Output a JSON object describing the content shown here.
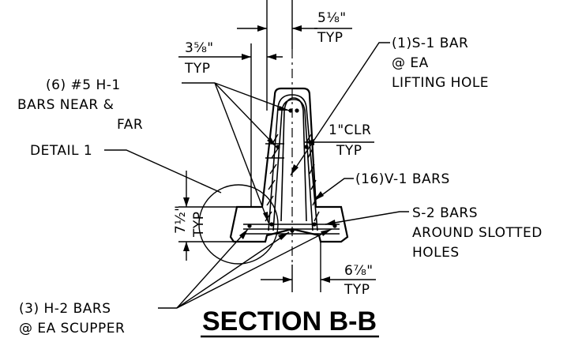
{
  "title": "SECTION B-B",
  "labels": {
    "dim_5_1_8": "5⅛\"",
    "dim_5_1_8_typ": "TYP",
    "dim_3_5_8": "3⅝\"",
    "dim_3_5_8_typ": "TYP",
    "s1_line1": "(1)S-1 BAR",
    "s1_line2": "@ EA",
    "s1_line3": "LIFTING HOLE",
    "h1_line1": "(6) #5 H-1",
    "h1_line2": "BARS NEAR &",
    "h1_line3": "FAR",
    "clr": "1\"CLR",
    "clr_typ": "TYP",
    "detail": "DETAIL 1",
    "v1": "(16)V-1 BARS",
    "dim_7_1_2": "7½\"",
    "dim_7_1_2_typ": "TYP",
    "s2_line1": "S-2 BARS",
    "s2_line2": "AROUND SLOTTED",
    "s2_line3": "HOLES",
    "dim_6_7_8": "6⅞\"",
    "dim_6_7_8_typ": "TYP",
    "h2_line1": "(3) H-2 BARS",
    "h2_line2": "@ EA SCUPPER"
  }
}
